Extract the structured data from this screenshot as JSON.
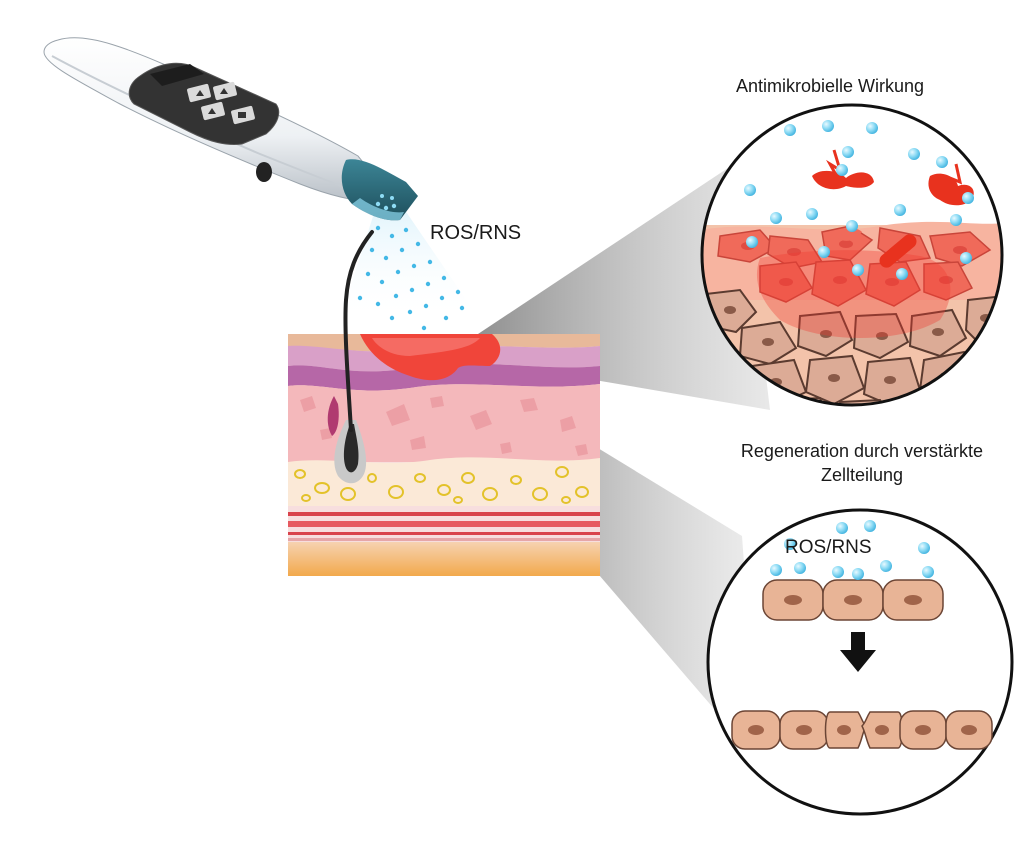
{
  "labels": {
    "spray": "ROS/RNS",
    "antimicrobial": "Antimikrobielle Wirkung",
    "regeneration_line1": "Regeneration durch verstärkte",
    "regeneration_line2": "Zellteilung",
    "cell_ros": "ROS/RNS"
  },
  "icons": {
    "device": "plasma-pen-icon",
    "arrow": "arrow-down-icon"
  },
  "colors": {
    "device_body": "#f2f4f6",
    "device_nozzle": "#2f6f7f",
    "plasma_particle": "#7fd4f0",
    "wound": "#f0453a",
    "bacteria": "#e8321e",
    "cell": "#e8b496",
    "cell_nucleus": "#a0644a",
    "arrow": "#111111"
  }
}
